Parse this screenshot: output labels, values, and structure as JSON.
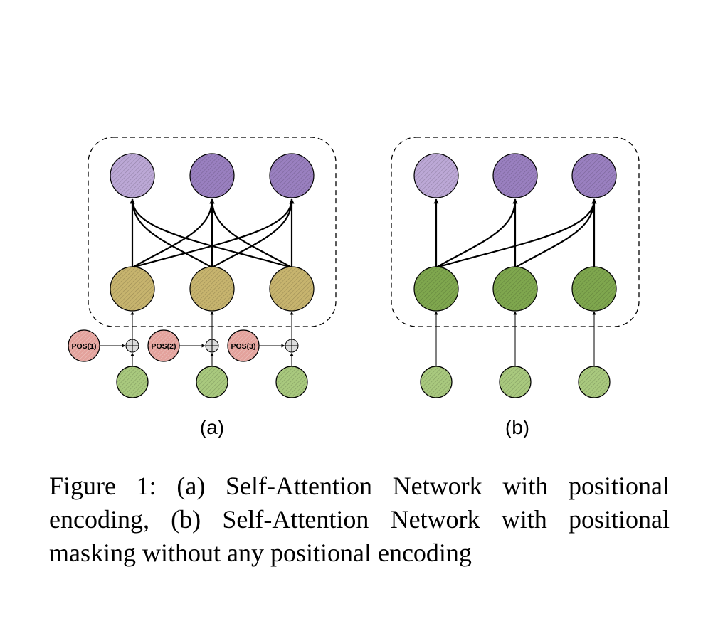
{
  "panels": [
    {
      "label": "(a)",
      "positional_encoding": true,
      "attention": "full"
    },
    {
      "label": "(b)",
      "positional_encoding": false,
      "attention": "masked"
    }
  ],
  "pos_labels": [
    "POS(1)",
    "POS(2)",
    "POS(3)"
  ],
  "caption": "Figure 1:  (a) Self-Attention Network with positional encoding, (b) Self-Attention Network with positional masking without any positional encoding",
  "colors": {
    "output_node_light": "#bca8d6",
    "output_node": "#9a80c0",
    "hidden_node_a": "#c7b46e",
    "hidden_node_b": "#7fa74e",
    "input_node": "#a9c97e",
    "pos_node": "#e3a29c",
    "edge": "#000000"
  }
}
